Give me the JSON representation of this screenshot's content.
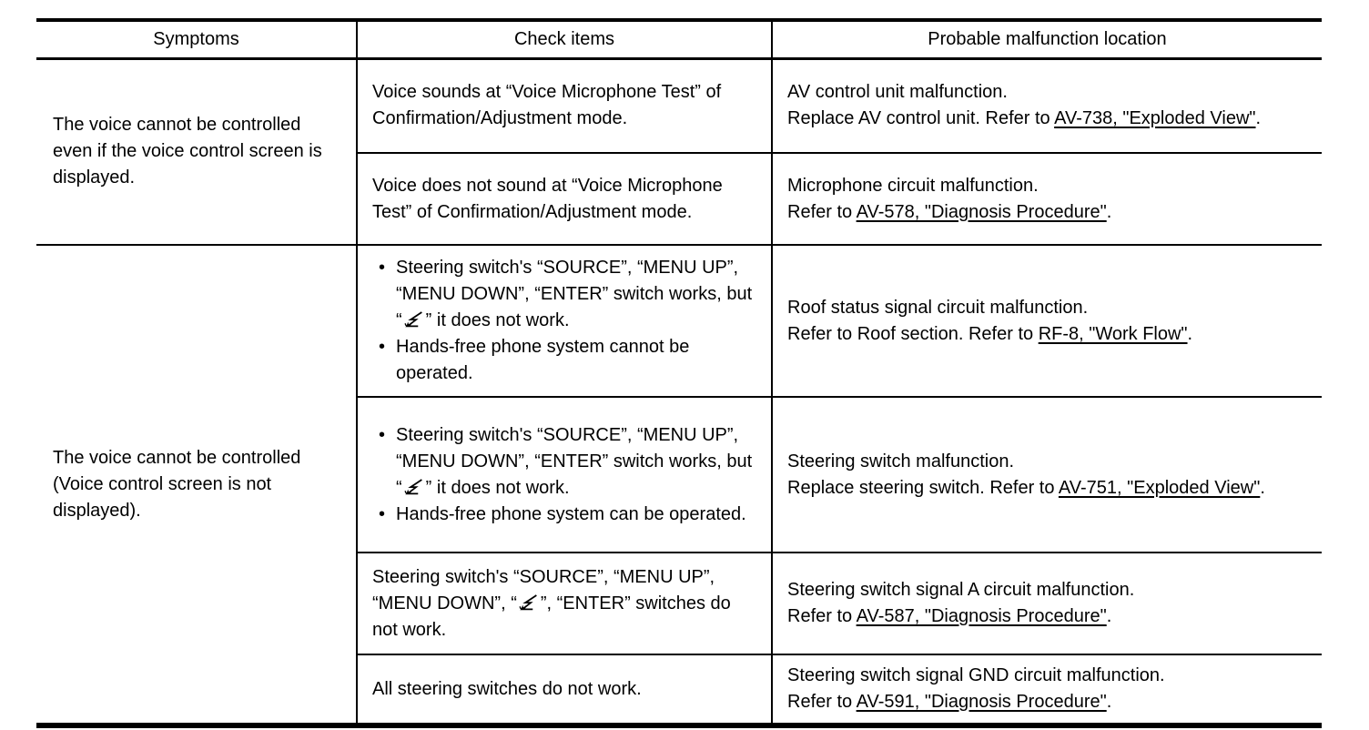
{
  "colors": {
    "text": "#000000",
    "border": "#000000",
    "background": "#ffffff"
  },
  "table": {
    "headers": [
      "Symptoms",
      "Check items",
      "Probable malfunction location"
    ],
    "groups": [
      {
        "symptom": "The voice cannot be controlled even if the voice control screen is displayed.",
        "rows": [
          {
            "check_items": [
              {
                "bullet": false,
                "segments": [
                  {
                    "text": "Voice sounds at “Voice Microphone Test” of Confirmation/Adjustment mode."
                  }
                ]
              }
            ],
            "location": [
              [
                {
                  "text": "AV control unit malfunction."
                }
              ],
              [
                {
                  "text": "Replace AV control unit. Refer to "
                },
                {
                  "text": "AV-738, \"Exploded View\"",
                  "link": true
                },
                {
                  "text": "."
                }
              ]
            ]
          },
          {
            "check_items": [
              {
                "bullet": false,
                "segments": [
                  {
                    "text": "Voice does not sound at “Voice Microphone Test” of Confirmation/Adjustment mode."
                  }
                ]
              }
            ],
            "location": [
              [
                {
                  "text": "Microphone circuit malfunction."
                }
              ],
              [
                {
                  "text": "Refer to "
                },
                {
                  "text": "AV-578, \"Diagnosis Procedure\"",
                  "link": true
                },
                {
                  "text": "."
                }
              ]
            ]
          }
        ]
      },
      {
        "symptom": "The voice cannot be controlled (Voice control screen is not displayed).",
        "rows": [
          {
            "check_items": [
              {
                "bullet": true,
                "segments": [
                  {
                    "text": "Steering switch's “SOURCE”, “MENU UP”, “MENU DOWN”, “ENTER” switch works, but “"
                  },
                  {
                    "icon": "voice-command-icon"
                  },
                  {
                    "text": "” it does not work."
                  }
                ]
              },
              {
                "bullet": true,
                "segments": [
                  {
                    "text": "Hands-free phone system cannot be operated."
                  }
                ]
              }
            ],
            "location": [
              [
                {
                  "text": "Roof status signal circuit malfunction."
                }
              ],
              [
                {
                  "text": "Refer to Roof section. Refer to "
                },
                {
                  "text": "RF-8, \"Work Flow\"",
                  "link": true
                },
                {
                  "text": "."
                }
              ]
            ]
          },
          {
            "check_items": [
              {
                "bullet": true,
                "segments": [
                  {
                    "text": "Steering switch's “SOURCE”, “MENU UP”, “MENU DOWN”, “ENTER” switch works, but “"
                  },
                  {
                    "icon": "voice-command-icon"
                  },
                  {
                    "text": "” it does not work."
                  }
                ]
              },
              {
                "bullet": true,
                "segments": [
                  {
                    "text": "Hands-free phone system can be operated."
                  }
                ]
              }
            ],
            "location": [
              [
                {
                  "text": "Steering switch malfunction."
                }
              ],
              [
                {
                  "text": "Replace steering switch. Refer to "
                },
                {
                  "text": "AV-751, \"Exploded View\"",
                  "link": true
                },
                {
                  "text": "."
                }
              ]
            ]
          },
          {
            "check_items": [
              {
                "bullet": false,
                "segments": [
                  {
                    "text": "Steering switch's “SOURCE”, “MENU UP”, “MENU DOWN”, “"
                  },
                  {
                    "icon": "voice-command-icon"
                  },
                  {
                    "text": "”, “ENTER” switches do not work."
                  }
                ]
              }
            ],
            "location": [
              [
                {
                  "text": "Steering switch signal A circuit malfunction."
                }
              ],
              [
                {
                  "text": "Refer to "
                },
                {
                  "text": "AV-587, \"Diagnosis Procedure\"",
                  "link": true
                },
                {
                  "text": "."
                }
              ]
            ]
          },
          {
            "check_items": [
              {
                "bullet": false,
                "segments": [
                  {
                    "text": "All steering switches do not work."
                  }
                ]
              }
            ],
            "location": [
              [
                {
                  "text": "Steering switch signal GND circuit malfunction."
                }
              ],
              [
                {
                  "text": "Refer to "
                },
                {
                  "text": "AV-591, \"Diagnosis Procedure\"",
                  "link": true
                },
                {
                  "text": "."
                }
              ]
            ]
          }
        ]
      }
    ]
  }
}
